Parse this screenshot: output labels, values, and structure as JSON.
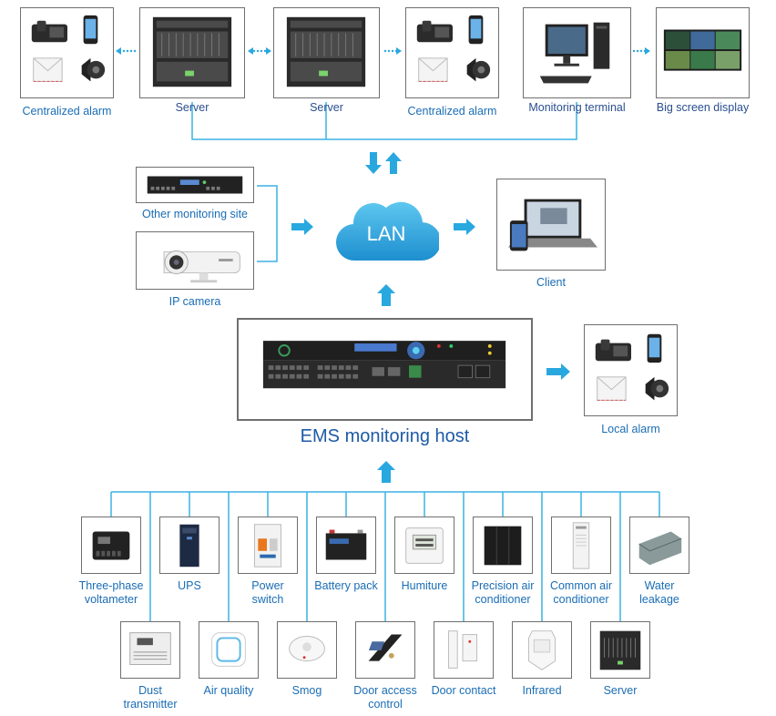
{
  "top": {
    "alarm_left": "Centralized alarm",
    "server_1": "Server",
    "server_2": "Server",
    "alarm_right": "Centralized alarm",
    "monitoring_terminal": "Monitoring terminal",
    "big_screen": "Big screen display"
  },
  "middle": {
    "other_site": "Other monitoring site",
    "ip_camera": "IP camera",
    "lan": "LAN",
    "client": "Client",
    "host_title": "EMS monitoring host",
    "local_alarm": "Local alarm"
  },
  "sensors_row1": [
    {
      "label": "Three-phase",
      "label2": "voltameter"
    },
    {
      "label": "UPS",
      "label2": ""
    },
    {
      "label": "Power",
      "label2": "switch"
    },
    {
      "label": "Battery pack",
      "label2": ""
    },
    {
      "label": "Humiture",
      "label2": ""
    },
    {
      "label": "Precision air",
      "label2": "conditioner"
    },
    {
      "label": "Common air",
      "label2": "conditioner"
    },
    {
      "label": "Water",
      "label2": "leakage"
    }
  ],
  "sensors_row2": [
    {
      "label": "Dust",
      "label2": "transmitter"
    },
    {
      "label": "Air quality",
      "label2": ""
    },
    {
      "label": "Smog",
      "label2": ""
    },
    {
      "label": "Door access",
      "label2": "control"
    },
    {
      "label": "Door contact",
      "label2": ""
    },
    {
      "label": "Infrared",
      "label2": ""
    },
    {
      "label": "Server",
      "label2": ""
    }
  ],
  "colors": {
    "line": "#3bb2e2",
    "arrow": "#29a8e0",
    "text": "#1a6db5",
    "border": "#6f6f6f"
  }
}
